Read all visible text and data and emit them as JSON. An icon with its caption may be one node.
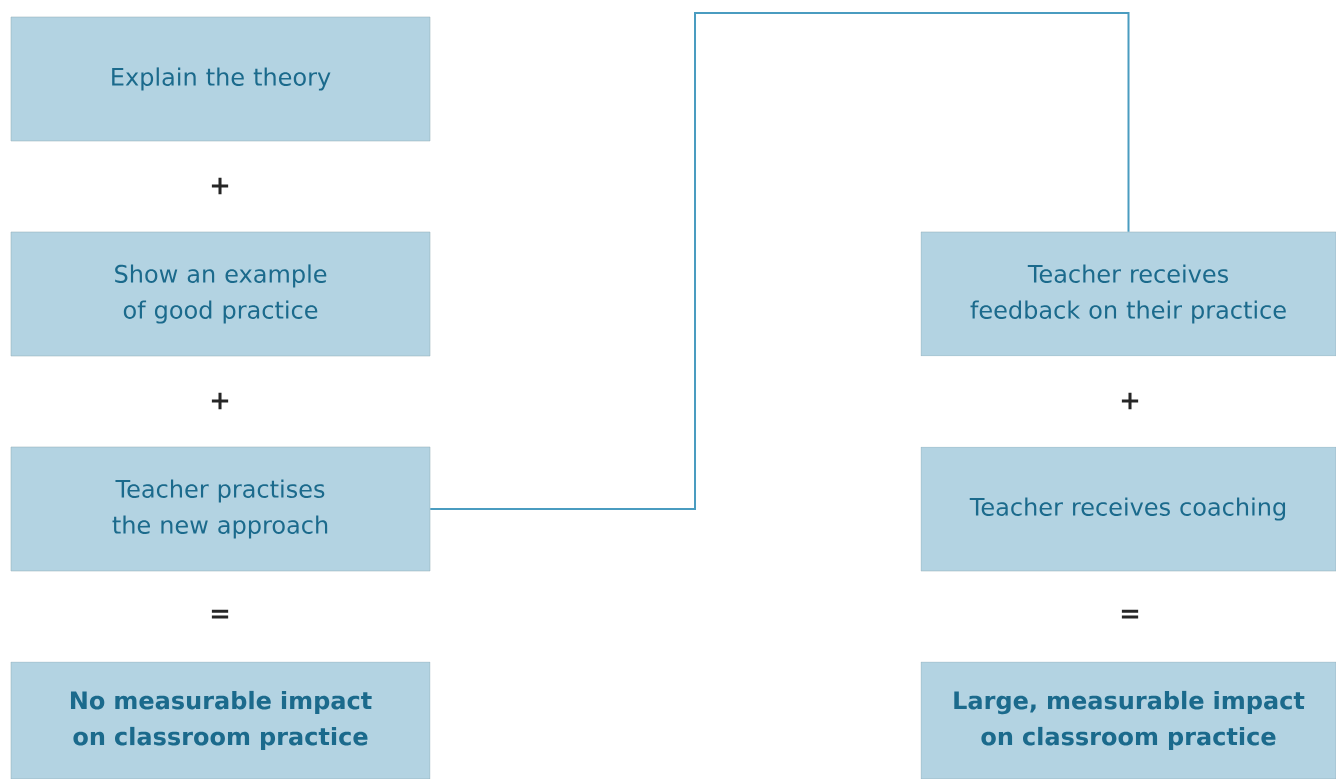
{
  "diagram": {
    "nodes": [
      {
        "text": [
          "Explain the theory"
        ]
      },
      {
        "text": [
          "Show an example of good practice"
        ]
      },
      {
        "text": [
          "Teacher practises the new approach"
        ]
      },
      {
        "text": [
          "No measurable impact on classroom practice"
        ]
      },
      {
        "text": [
          "Teacher receives feedback on their practice"
        ]
      },
      {
        "text": [
          "Teacher receives coaching"
        ]
      },
      {
        "text": [
          "Large, measurable impact on classroom practice"
        ]
      }
    ],
    "edges": [
      {
        "from": 2,
        "to": 4,
        "arrow": "none"
      }
    ],
    "labels": [
      "+",
      "+",
      "+",
      "=",
      "="
    ]
  }
}
